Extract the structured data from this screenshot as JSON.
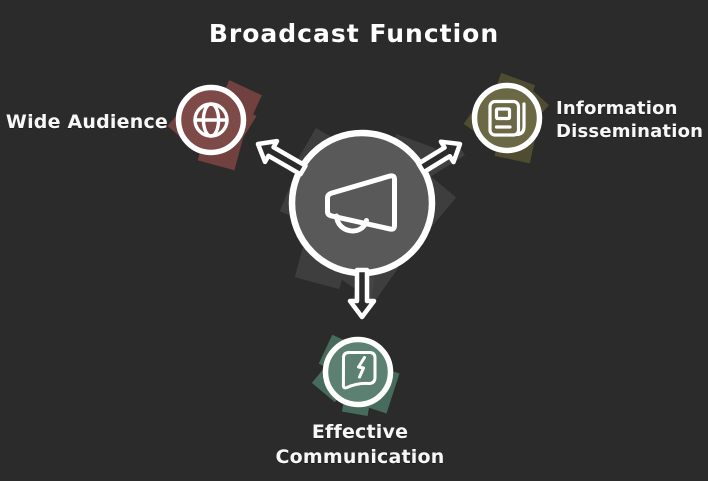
{
  "title": "Broadcast Function",
  "background_color": "#2b2b2b",
  "text_color": "#f7f7f7",
  "outline_color": "#ffffff",
  "center": {
    "icon": "megaphone-icon",
    "fill_color": "#595959",
    "shard_color": "#3e3e3e",
    "shadow_color": "#474747"
  },
  "arrows": [
    {
      "name": "arrow-up-left",
      "direction": "up-left"
    },
    {
      "name": "arrow-up-right",
      "direction": "up-right"
    },
    {
      "name": "arrow-down",
      "direction": "down"
    }
  ],
  "nodes": [
    {
      "id": "wide-audience",
      "lines": [
        "Wide Audience"
      ],
      "icon": "globe-icon",
      "fill_color": "#7e4a47",
      "shard_color": "#70413e"
    },
    {
      "id": "information-dissemination",
      "lines": [
        "Information",
        "Dissemination"
      ],
      "icon": "newspaper-icon",
      "fill_color": "#6b6845",
      "shard_color": "#4f4c31"
    },
    {
      "id": "effective-communication",
      "lines": [
        "Effective",
        "Communication"
      ],
      "icon": "message-bolt-icon",
      "fill_color": "#5c8173",
      "shard_color": "#476c5d"
    }
  ]
}
